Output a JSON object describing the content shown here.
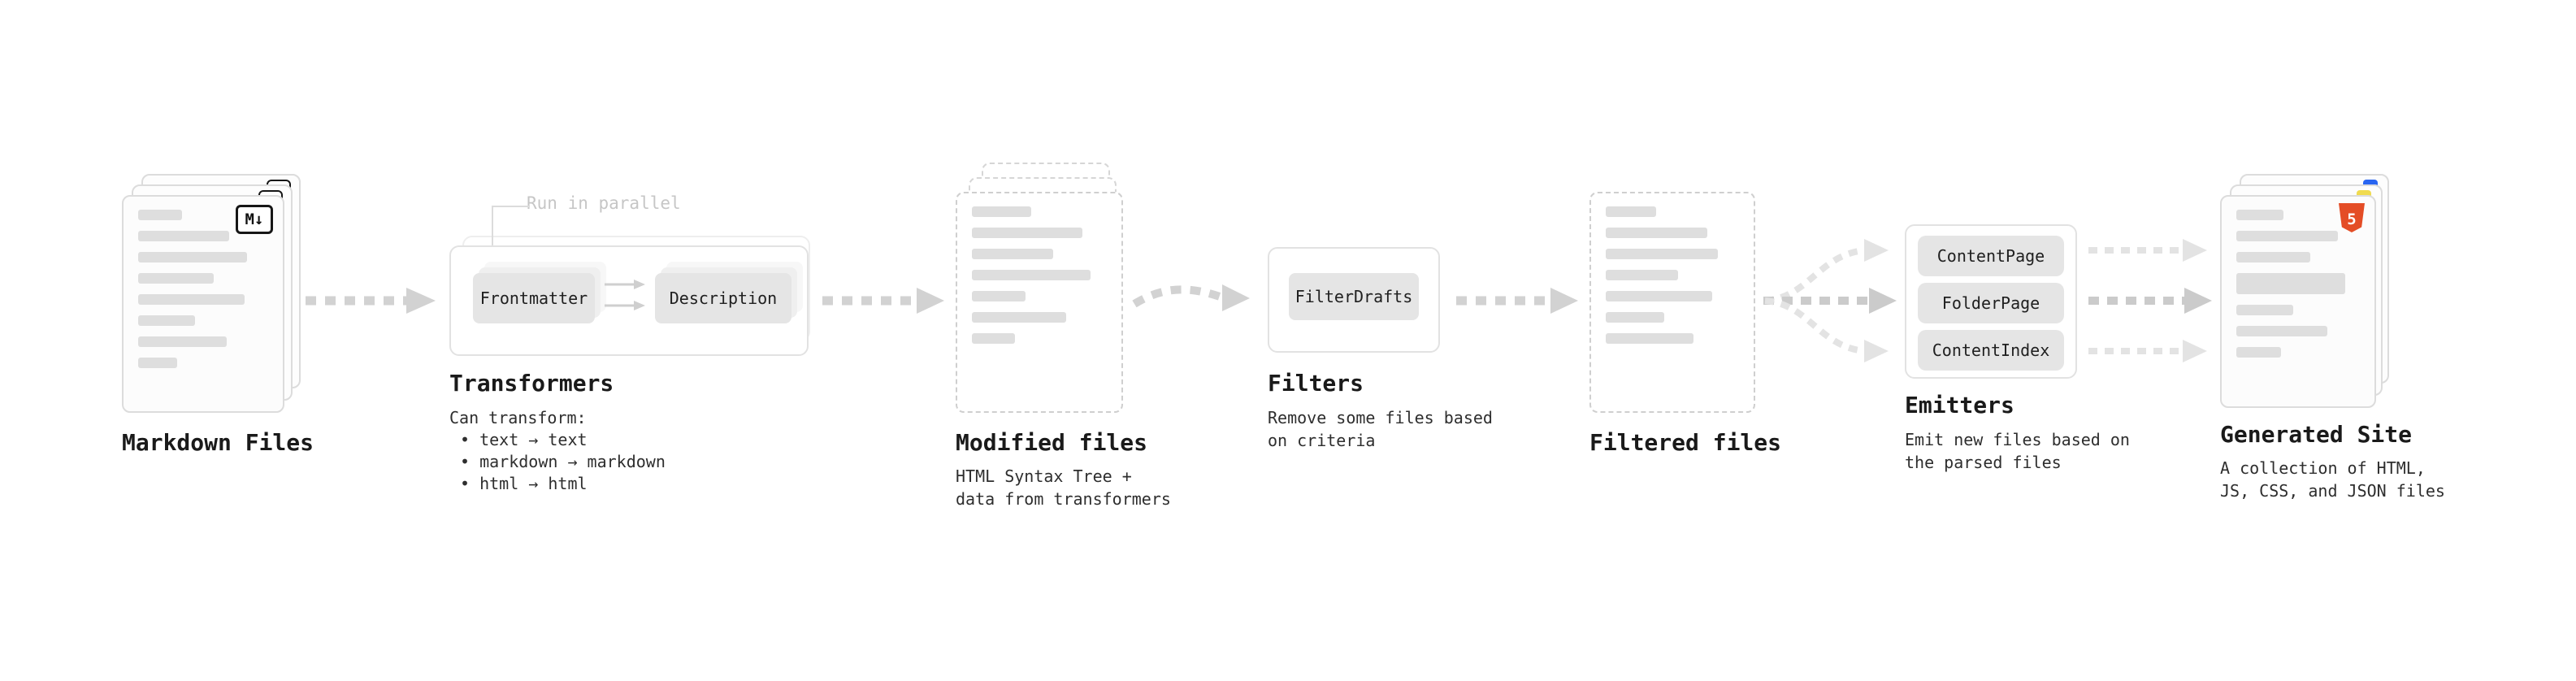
{
  "pipeline": {
    "markdown_files": {
      "label": "Markdown Files"
    },
    "transformers": {
      "label": "Transformers",
      "annotation": "Run in parallel",
      "buttons": [
        "Frontmatter",
        "Description"
      ],
      "desc_title": "Can transform:",
      "bullets": [
        "• text → text",
        "• markdown → markdown",
        "• html → html"
      ]
    },
    "modified_files": {
      "label": "Modified files",
      "description": "HTML Syntax Tree +\ndata from transformers"
    },
    "filters": {
      "label": "Filters",
      "buttons": [
        "FilterDrafts"
      ],
      "description": "Remove some files based\non criteria"
    },
    "filtered_files": {
      "label": "Filtered files"
    },
    "emitters": {
      "label": "Emitters",
      "buttons": [
        "ContentPage",
        "FolderPage",
        "ContentIndex"
      ],
      "description": "Emit new files based on\nthe parsed files"
    },
    "generated_site": {
      "label": "Generated Site",
      "description": "A collection of HTML,\nJS, CSS, and JSON files"
    }
  },
  "icons": {
    "markdown": "M↓",
    "html5": "5"
  },
  "colors": {
    "arrow": "#d2d2d2",
    "arrow_light": "#e3e3e3",
    "arrow_mid": "#cbcbcb",
    "card_border": "#dcdcdc",
    "dashed_border": "#cfcfcf",
    "button_bg": "#e5e5e5",
    "placeholder_bar": "#dedede",
    "html5_orange": "#e44d26",
    "js_yellow": "#f0db4f",
    "css_blue": "#2965f1",
    "annotation_gray": "#c6c6c6"
  }
}
